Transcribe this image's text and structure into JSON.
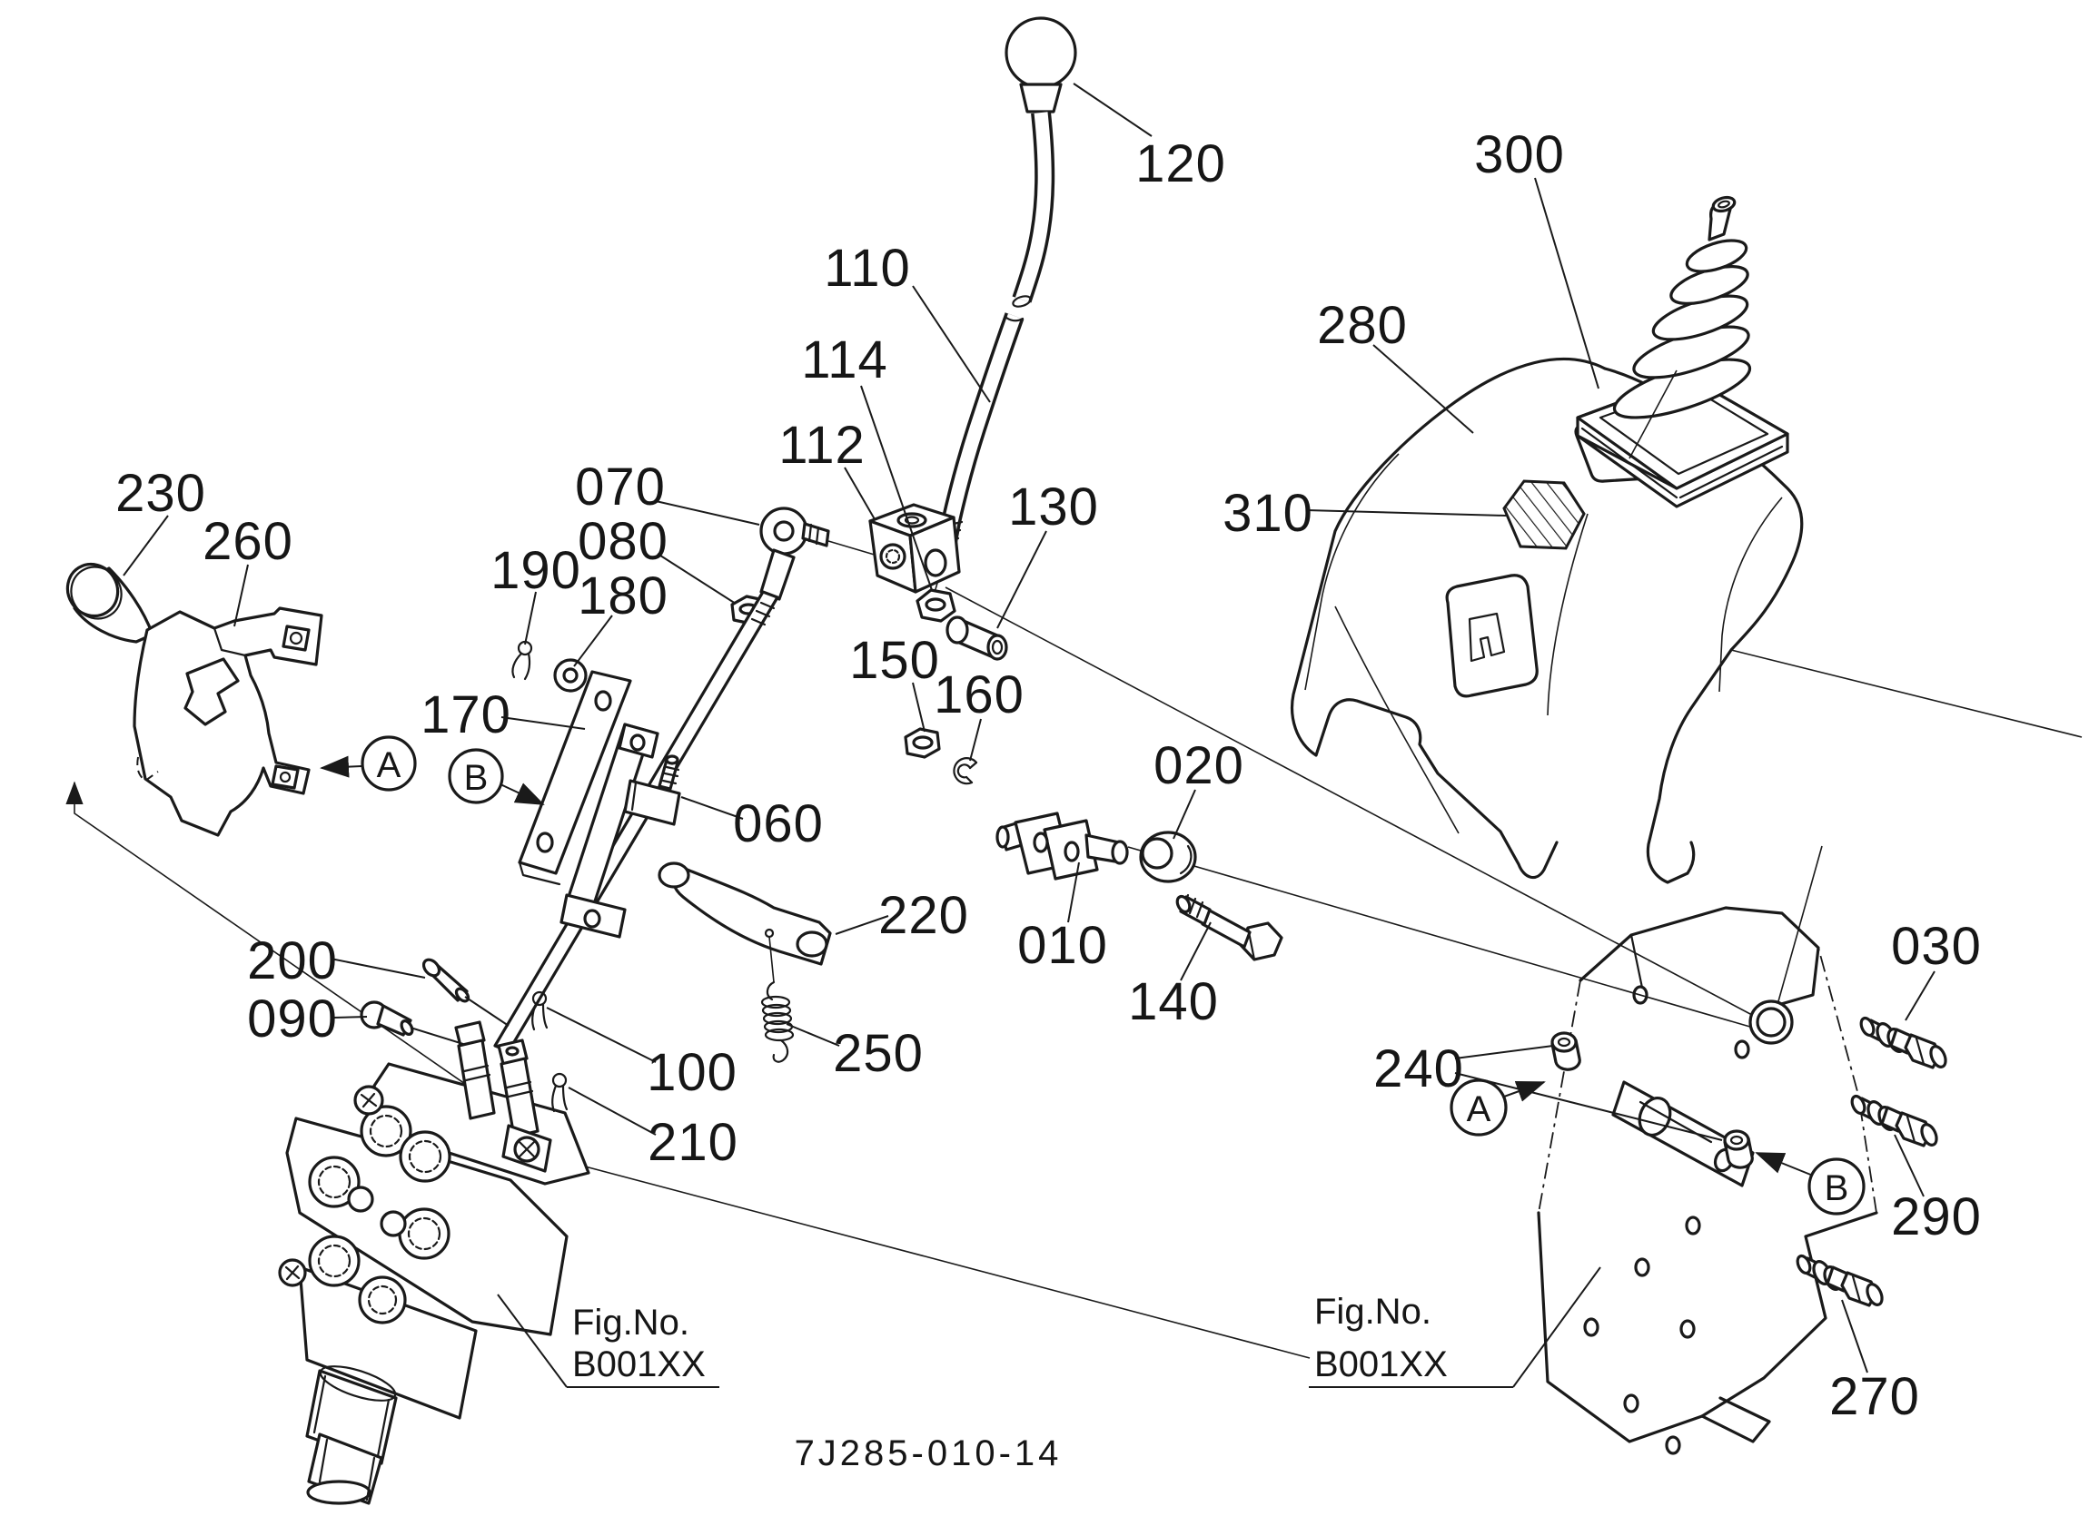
{
  "figure": {
    "drawing_number": "7J285-010-14",
    "fig_ref_left": {
      "line1": "Fig.No.",
      "line2": "B001XX"
    },
    "fig_ref_right": {
      "line1": "Fig.No.",
      "line2": "B001XX"
    },
    "callouts": {
      "a": "A",
      "b": "B"
    },
    "colors": {
      "line": "#1a1a1a",
      "background": "#ffffff"
    }
  },
  "part_labels": {
    "010": "010",
    "020": "020",
    "030": "030",
    "060": "060",
    "070": "070",
    "080": "080",
    "090": "090",
    "100": "100",
    "110": "110",
    "112": "112",
    "114": "114",
    "120": "120",
    "130": "130",
    "140": "140",
    "150": "150",
    "160": "160",
    "170": "170",
    "180": "180",
    "190": "190",
    "200": "200",
    "210": "210",
    "220": "220",
    "230": "230",
    "240": "240",
    "250": "250",
    "260": "260",
    "270": "270",
    "280": "280",
    "290": "290",
    "300": "300",
    "310": "310"
  }
}
